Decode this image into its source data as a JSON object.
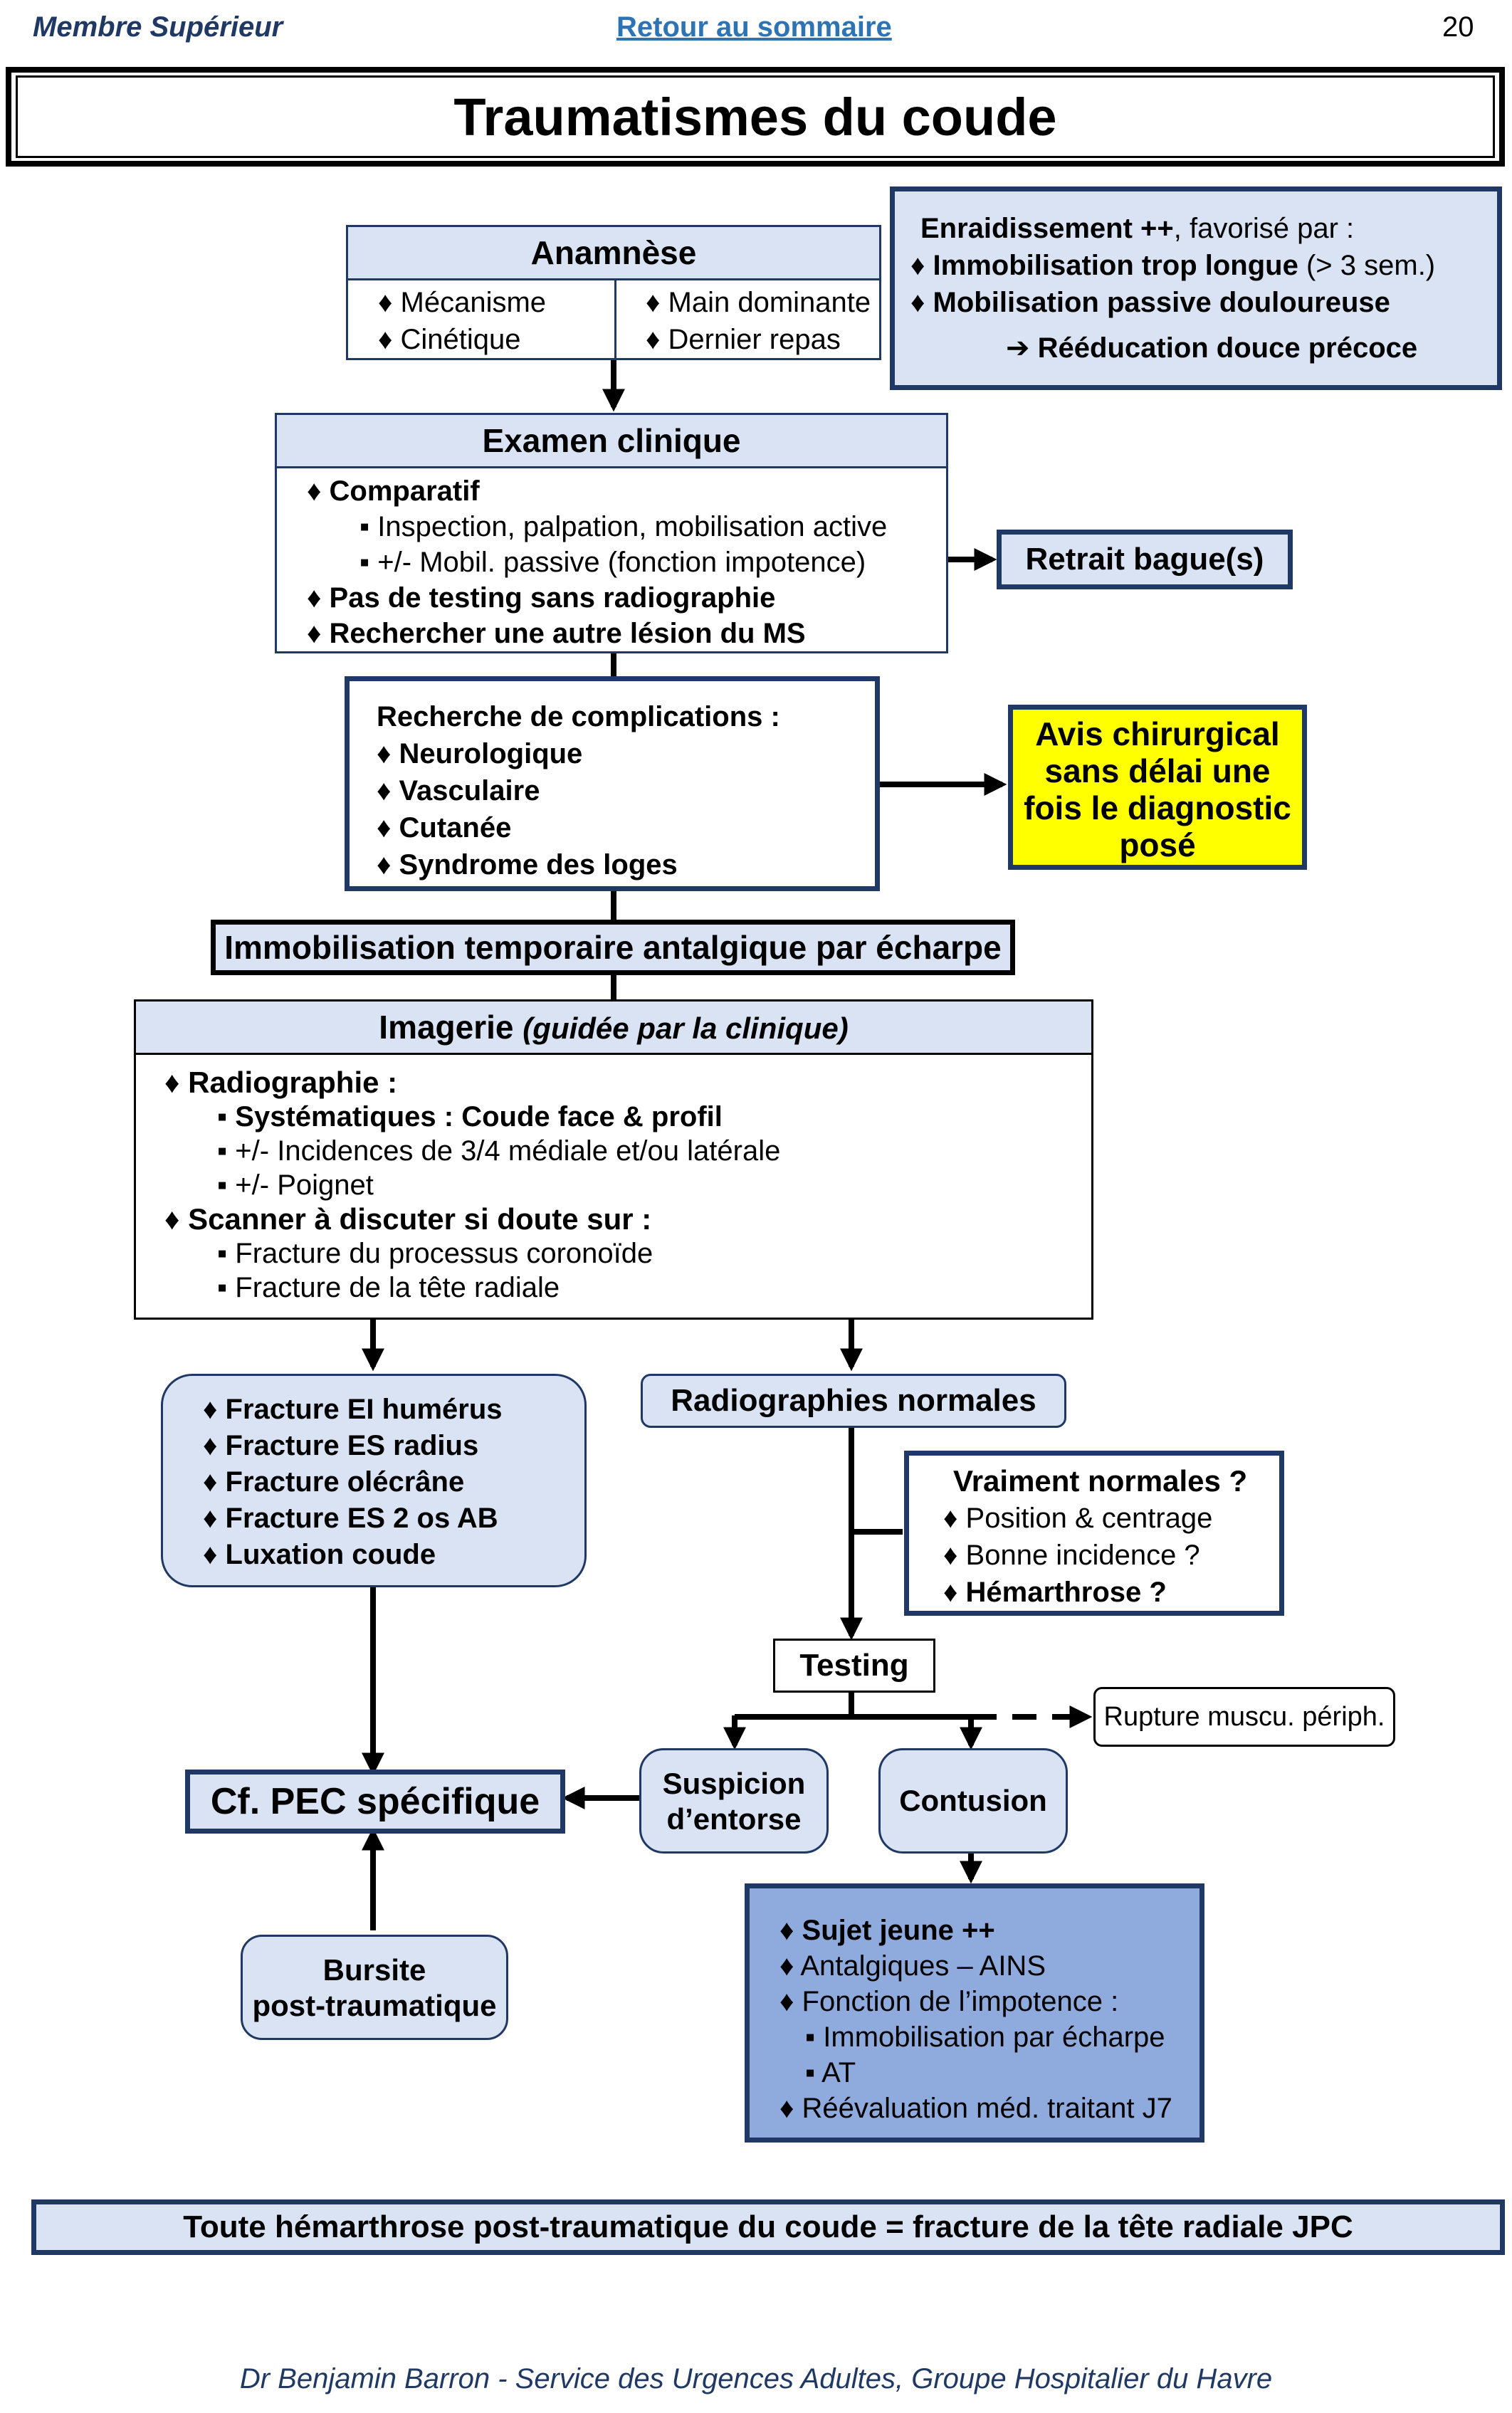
{
  "header": {
    "section": "Membre Supérieur",
    "link": "Retour au sommaire",
    "page": "20"
  },
  "title": "Traumatismes du coude",
  "anamnese": {
    "title": "Anamnèse",
    "col1": [
      "Mécanisme",
      "Cinétique"
    ],
    "col2": [
      "Main dominante",
      "Dernier repas"
    ]
  },
  "enraidissement": {
    "line1_bold": "Enraidissement ++",
    "line1_rest": ", favorisé par :",
    "item1_bold": "Immobilisation trop longue",
    "item1_rest": " (> 3  sem.)",
    "item2": "Mobilisation passive douloureuse",
    "conclusion": "Rééducation douce précoce"
  },
  "examen": {
    "title": "Examen clinique",
    "comparatif": "Comparatif",
    "sub1": "Inspection, palpation, mobilisation active",
    "sub2": "+/- Mobil. passive (fonction impotence)",
    "item2": "Pas de testing sans radiographie",
    "item3": "Rechercher une autre lésion du MS"
  },
  "retrait": "Retrait bague(s)",
  "complications": {
    "title": "Recherche de complications :",
    "items": [
      "Neurologique",
      "Vasculaire",
      "Cutanée",
      "Syndrome des loges"
    ]
  },
  "avis": [
    "Avis chirurgical",
    "sans délai une",
    "fois le diagnostic",
    "posé"
  ],
  "immobilisation": "Immobilisation temporaire antalgique par écharpe",
  "imagerie": {
    "title": "Imagerie",
    "title_note": "(guidée par la clinique)",
    "radio": "Radiographie :",
    "radio_sub1": "Systématiques : Coude face & profil",
    "radio_sub2": "+/- Incidences de 3/4 médiale et/ou latérale",
    "radio_sub3": "+/- Poignet",
    "scanner": "Scanner à discuter si doute sur :",
    "scanner_sub1": "Fracture du processus coronoïde",
    "scanner_sub2": "Fracture de la tête radiale"
  },
  "fractures": [
    "Fracture EI humérus",
    "Fracture ES radius",
    "Fracture olécrâne",
    "Fracture ES 2 os AB",
    "Luxation coude"
  ],
  "radio_normales": "Radiographies normales",
  "vraiment": {
    "title": "Vraiment normales ?",
    "item1": "Position & centrage",
    "item2": "Bonne incidence ?",
    "item3": "Hémarthrose ?"
  },
  "testing": "Testing",
  "rupture": "Rupture muscu. périph.",
  "pec": "Cf. PEC spécifique",
  "entorse": [
    "Suspicion",
    "d’entorse"
  ],
  "contusion": "Contusion",
  "bursite": [
    "Bursite",
    "post-traumatique"
  ],
  "sujet": {
    "item1": "Sujet jeune ++",
    "item2": "Antalgiques – AINS",
    "item3": "Fonction de l’impotence :",
    "sub1": "Immobilisation par écharpe",
    "sub2": "AT",
    "item4": "Réévaluation méd. traitant J7"
  },
  "note": "Toute hémarthrose post-traumatique du coude = fracture de la tête radiale JPC",
  "footer": "Dr Benjamin Barron - Service des Urgences Adultes, Groupe Hospitalier du Havre",
  "colors": {
    "navy": "#1f3864",
    "light_blue": "#dae3f3",
    "mid_blue": "#8faadc",
    "yellow": "#ffff00",
    "link_blue": "#2e74b5"
  }
}
